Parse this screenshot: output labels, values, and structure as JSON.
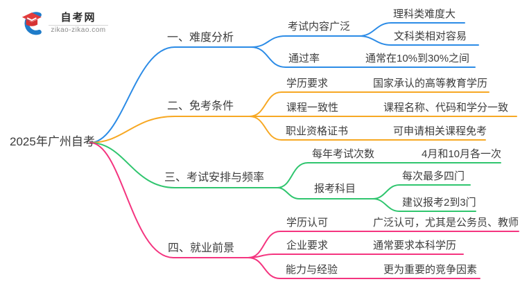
{
  "logo": {
    "title": "自考网",
    "domain": "zikao-zikao.com",
    "icon": "graduation-cap-icon"
  },
  "root": {
    "label": "2025年广州自考"
  },
  "colors": {
    "branch1": "#2b8be6",
    "branch2": "#f7a823",
    "branch3": "#2fc56e",
    "bran4_note": "",
    "branch4": "#f4347f",
    "text": "#3c3c3c"
  },
  "branches": [
    {
      "label": "一、难度分析",
      "children": [
        {
          "label": "考试内容广泛",
          "children": [
            {
              "label": "理科类难度大"
            },
            {
              "label": "文科类相对容易"
            }
          ]
        },
        {
          "label": "通过率",
          "children": [
            {
              "label": "通常在10%到30%之间"
            }
          ]
        }
      ]
    },
    {
      "label": "二、免考条件",
      "children": [
        {
          "label": "学历要求",
          "children": [
            {
              "label": "国家承认的高等教育学历"
            }
          ]
        },
        {
          "label": "课程一致性",
          "children": [
            {
              "label": "课程名称、代码和学分一致"
            }
          ]
        },
        {
          "label": "职业资格证书",
          "children": [
            {
              "label": "可申请相关课程免考"
            }
          ]
        }
      ]
    },
    {
      "label": "三、考试安排与频率",
      "children": [
        {
          "label": "每年考试次数",
          "children": [
            {
              "label": "4月和10月各一次"
            }
          ]
        },
        {
          "label": "报考科目",
          "children": [
            {
              "label": "每次最多四门"
            },
            {
              "label": "建议报考2到3门"
            }
          ]
        }
      ]
    },
    {
      "label": "四、就业前景",
      "children": [
        {
          "label": "学历认可",
          "children": [
            {
              "label": "广泛认可，尤其是公务员、教师"
            }
          ]
        },
        {
          "label": "企业要求",
          "children": [
            {
              "label": "通常要求本科学历"
            }
          ]
        },
        {
          "label": "能力与经验",
          "children": [
            {
              "label": "更为重要的竞争因素"
            }
          ]
        }
      ]
    }
  ]
}
